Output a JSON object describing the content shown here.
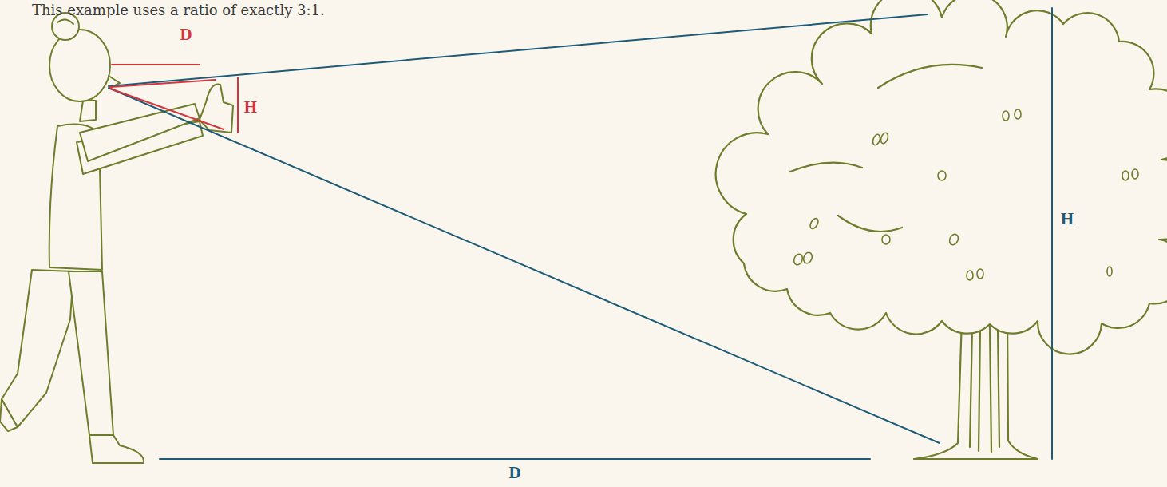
{
  "diagram": {
    "labels": [
      "This example uses a ratio of exactly 3:1.",
      "D",
      "H",
      "H",
      "D"
    ]
  }
}
